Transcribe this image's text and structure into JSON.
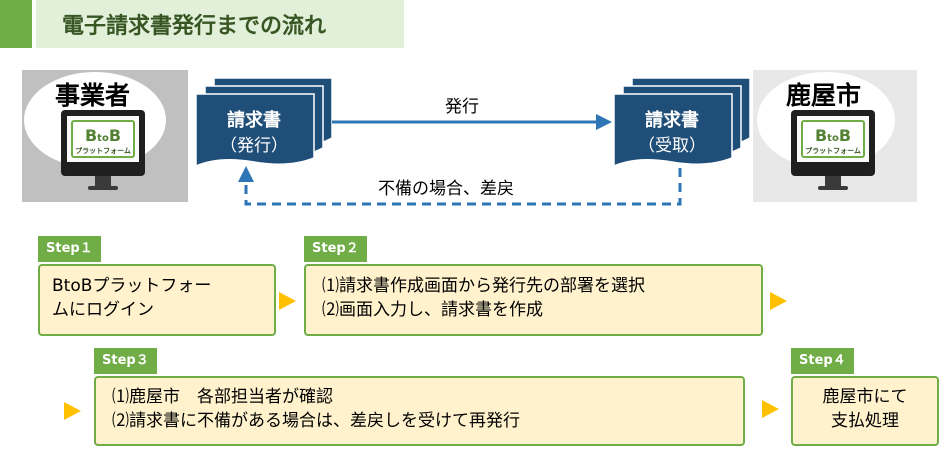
{
  "title": "電子請求書発行までの流れ",
  "parties": {
    "business": {
      "name": "事業者"
    },
    "city": {
      "name": "鹿屋市"
    },
    "logo": {
      "b": "B",
      "to": "to",
      "b2": "B",
      "sub": "プラットフォーム"
    }
  },
  "documents": {
    "issued": {
      "title": "請求書",
      "status": "（発行）"
    },
    "received": {
      "title": "請求書",
      "status": "（受取）"
    }
  },
  "arrows": {
    "issue_label": "発行",
    "return_label": "不備の場合、差戻"
  },
  "steps": [
    {
      "tab": "Step１",
      "lines": [
        "BtoBプラットフォー",
        "ムにログイン"
      ]
    },
    {
      "tab": "Step２",
      "lines": [
        "⑴請求書作成画面から発行先の部署を選択",
        "⑵画面入力し、請求書を作成"
      ]
    },
    {
      "tab": "Step３",
      "lines": [
        "⑴鹿屋市　各部担当者が確認",
        "⑵請求書に不備がある場合は、差戻しを受けて再発行"
      ]
    },
    {
      "tab": "Step４",
      "lines": [
        "鹿屋市にて",
        "支払処理"
      ]
    }
  ],
  "colors": {
    "accent_green": "#70ad47",
    "title_bg": "#e2efd9",
    "document_blue": "#1f4e79",
    "arrow_blue": "#2e75b6",
    "step_fill": "#fff2cc",
    "triangle": "#ffc000"
  }
}
